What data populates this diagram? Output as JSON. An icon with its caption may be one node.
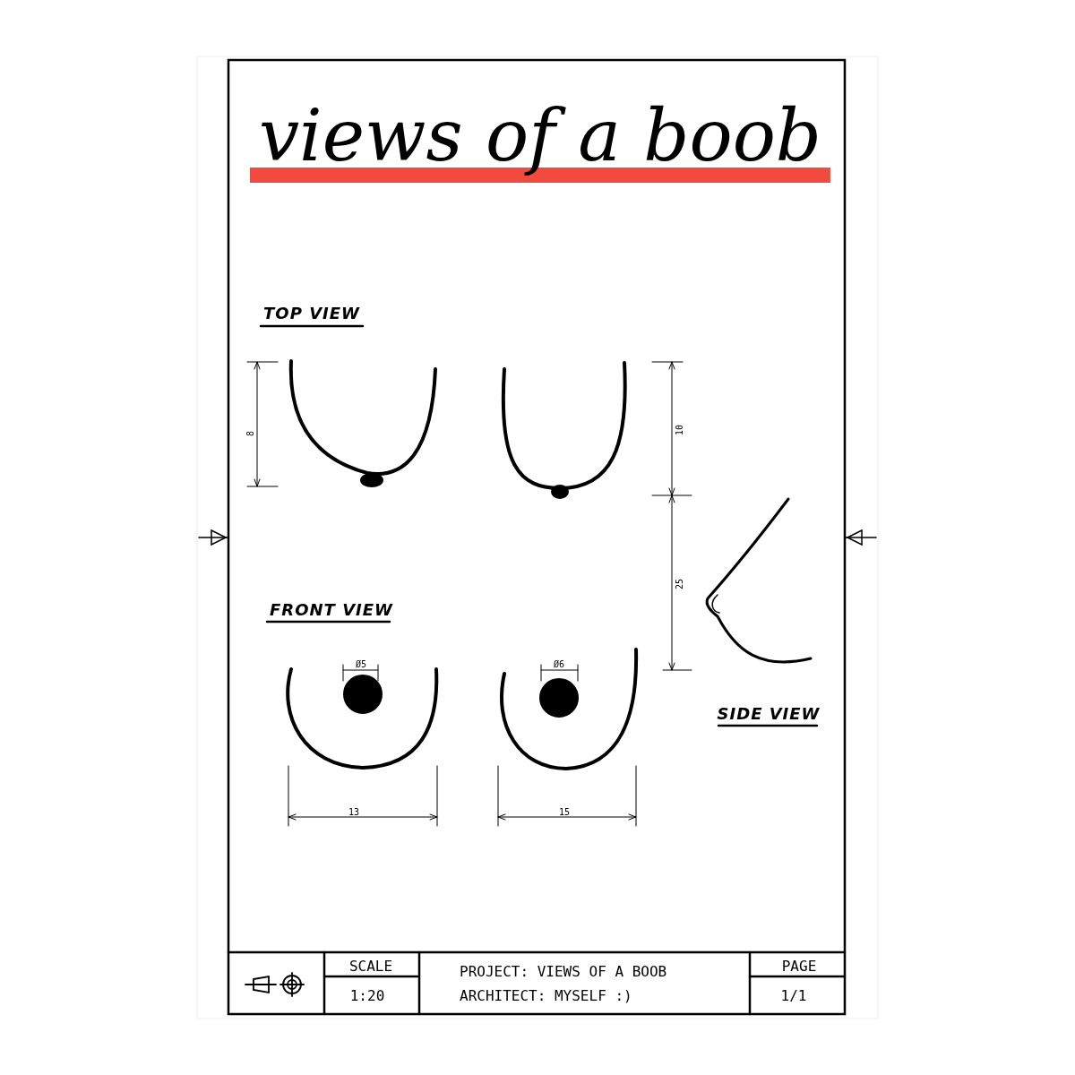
{
  "diagram": {
    "title": "views of a boob",
    "labels": [
      "TOP VIEW",
      "8",
      "10",
      "FRONT VIEW",
      "25",
      "Ø5",
      "Ø6",
      "SIDE VIEW",
      "13",
      "15",
      "SCALE",
      "1:20",
      "PROJECT: VIEWS OF A BOOB",
      "ARCHITECT: MYSELF :)",
      "PAGE",
      "1/1"
    ]
  }
}
